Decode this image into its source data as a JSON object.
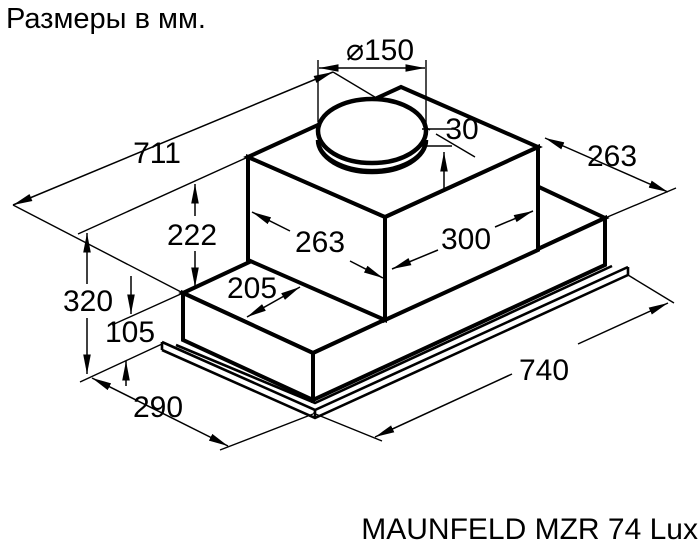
{
  "title": "Размеры в мм.",
  "product": "MAUNFELD MZR 74 Lux",
  "units": "mm",
  "labels": {
    "duct_diameter": "⌀150",
    "collar_height": "30",
    "top_width": "711",
    "right_depth": "263",
    "plenum_height": "222",
    "plenum_depth": "263",
    "plenum_width": "300",
    "front_shelf_depth": "205",
    "total_height": "320",
    "body_height": "105",
    "base_depth": "290",
    "base_width": "740"
  },
  "colors": {
    "line": "#000000",
    "background": "#ffffff"
  }
}
